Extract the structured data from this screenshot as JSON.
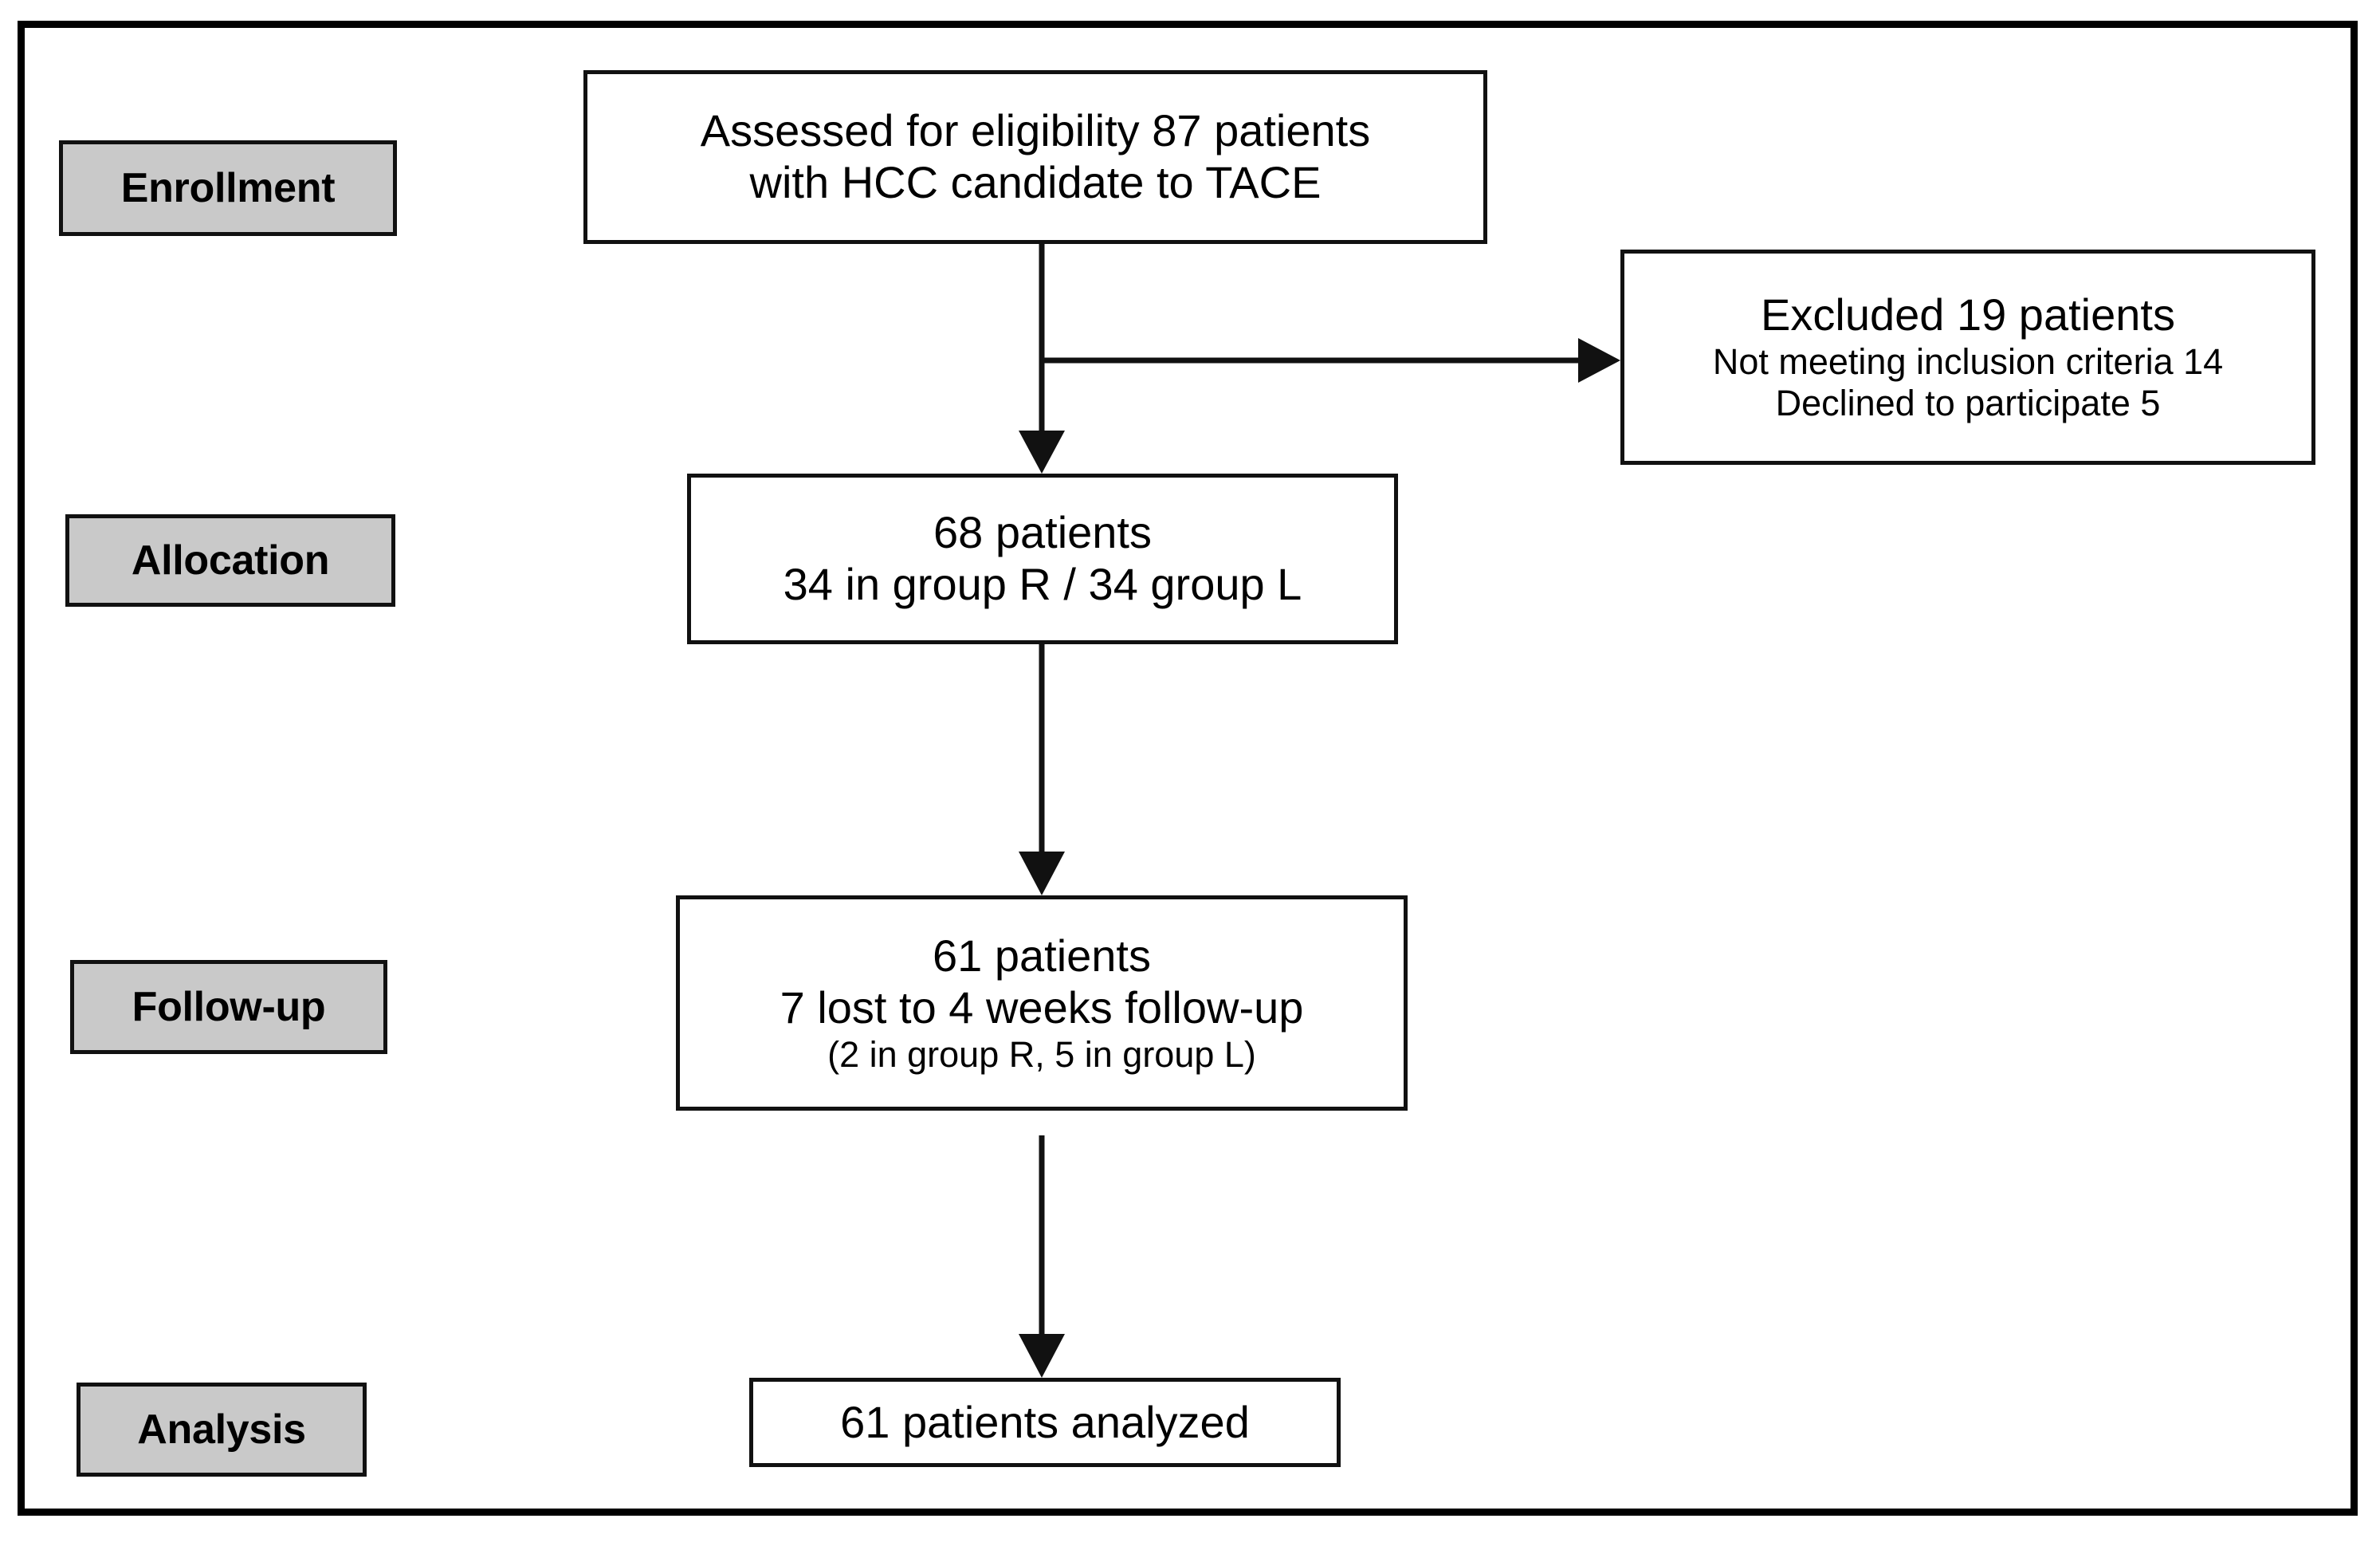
{
  "figure": {
    "type": "consort-flow-diagram",
    "frame_color": "#000000",
    "stage_label_fill": "#c9c9c9",
    "box_fill": "#ffffff",
    "line_color": "#111111"
  },
  "stages": [
    {
      "key": "enrollment",
      "label": "Enrollment"
    },
    {
      "key": "allocation",
      "label": "Allocation"
    },
    {
      "key": "followup",
      "label": "Follow-up"
    },
    {
      "key": "analysis",
      "label": "Analysis"
    }
  ],
  "boxes": {
    "eligibility": {
      "line1": "Assessed for eligibility 87 patients",
      "line2": "with HCC candidate to TACE",
      "assessed_n": 87
    },
    "excluded": {
      "line1": "Excluded 19 patients",
      "line2": "Not meeting inclusion criteria 14",
      "line3": "Declined to participate 5",
      "excluded_n": 19,
      "not_meeting_inclusion_criteria_n": 14,
      "declined_to_participate_n": 5
    },
    "allocation": {
      "line1": "68 patients",
      "line2": "34 in group R / 34 group L",
      "allocated_n": 68,
      "group_r_n": 34,
      "group_l_n": 34
    },
    "followup": {
      "line1": "61 patients",
      "line2": "7 lost to 4 weeks follow-up",
      "line3": "(2 in group R, 5 in group L)",
      "followed_n": 61,
      "lost_n": 7,
      "lost_group_r_n": 2,
      "lost_group_l_n": 5,
      "followup_weeks": 4
    },
    "analysis": {
      "line1": "61 patients analyzed",
      "analyzed_n": 61
    }
  },
  "connectors": [
    {
      "name": "eligibility-to-allocation",
      "from": "eligibility",
      "to": "allocation",
      "direction": "down",
      "arrowhead": true
    },
    {
      "name": "eligibility-to-excluded",
      "from": "eligibility",
      "to": "excluded",
      "direction": "right",
      "arrowhead": true
    },
    {
      "name": "allocation-to-followup",
      "from": "allocation",
      "to": "followup",
      "direction": "down",
      "arrowhead": true
    },
    {
      "name": "followup-to-analysis",
      "from": "followup",
      "to": "analysis",
      "direction": "down",
      "arrowhead": true
    }
  ]
}
